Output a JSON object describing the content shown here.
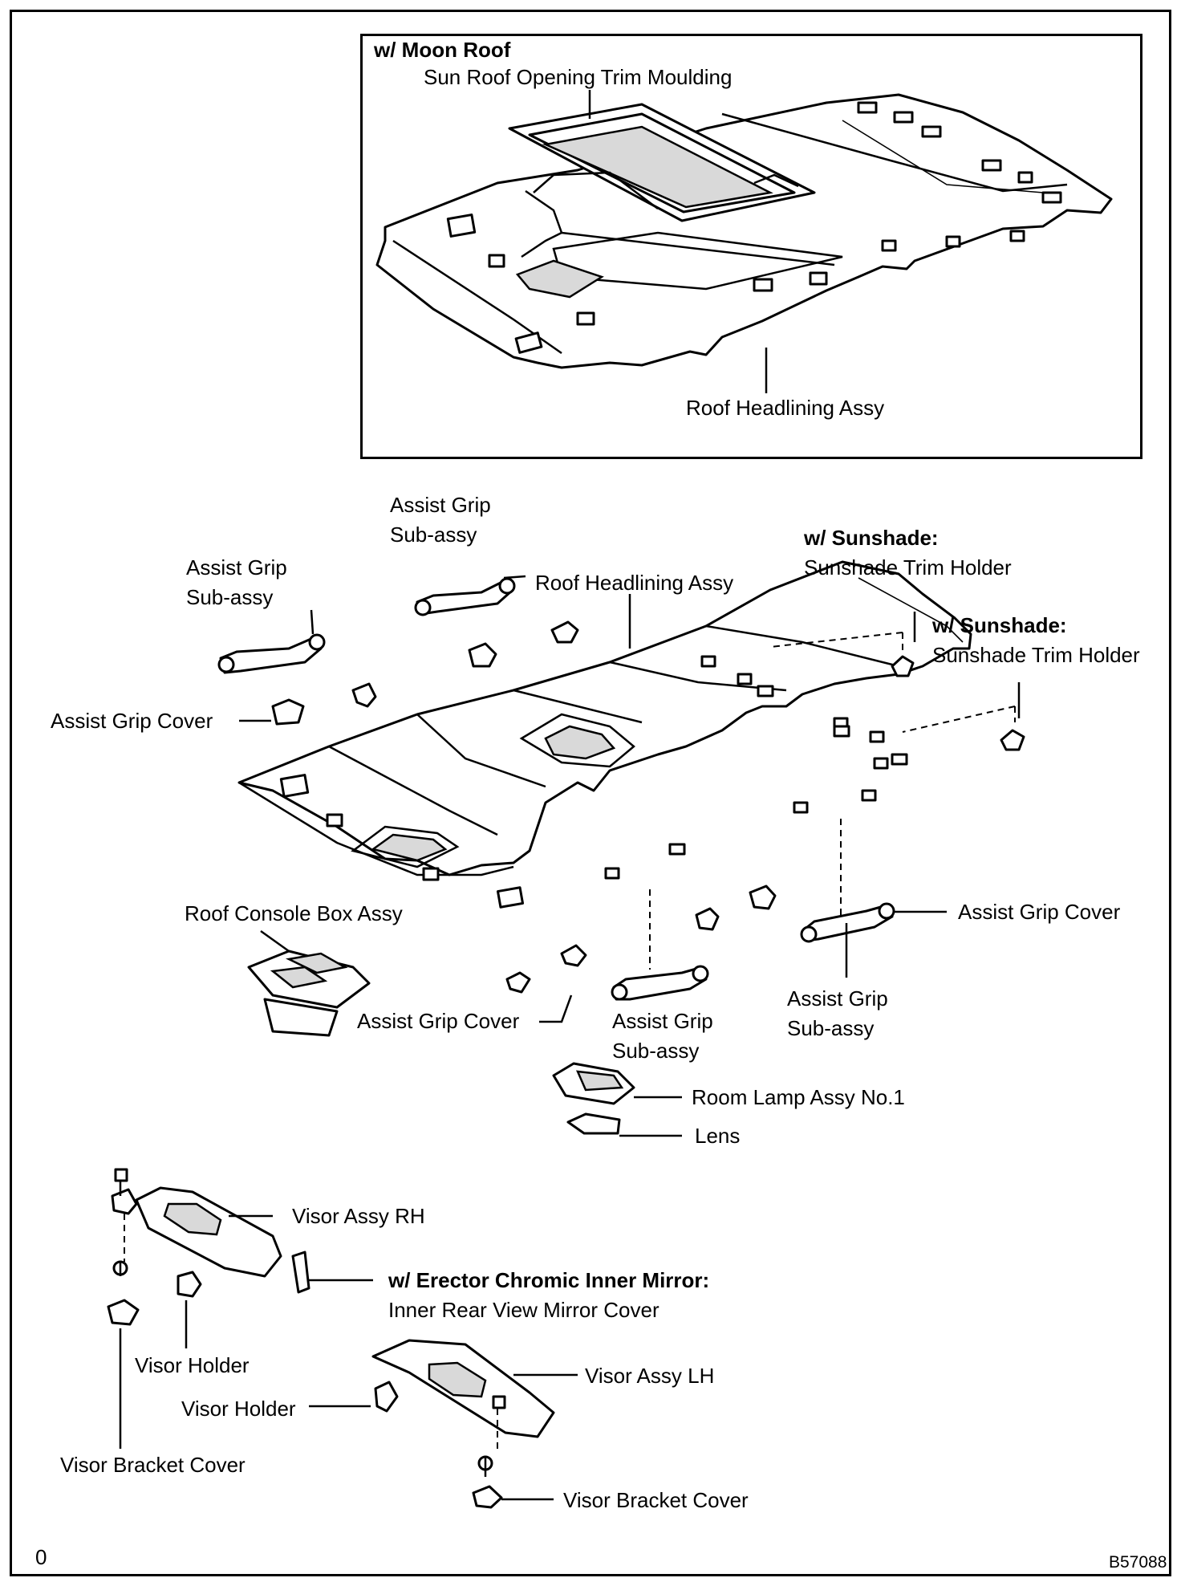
{
  "moon_roof": {
    "heading": "w/ Moon Roof",
    "sun_roof_opening_trim_moulding": "Sun Roof Opening Trim Moulding",
    "roof_headlining_assy": "Roof Headlining Assy"
  },
  "main": {
    "assist_grip_sub_assy_left_line1": "Assist Grip",
    "assist_grip_sub_assy_left_line2": "Sub-assy",
    "assist_grip_sub_assy_center_line1": "Assist Grip",
    "assist_grip_sub_assy_center_line2": "Sub-assy",
    "roof_headlining_assy": "Roof Headlining Assy",
    "sunshade_1_heading": "w/ Sunshade:",
    "sunshade_1_label": "Sunshade Trim Holder",
    "sunshade_2_heading": "w/ Sunshade:",
    "sunshade_2_label": "Sunshade Trim Holder",
    "assist_grip_cover_left": "Assist Grip Cover",
    "roof_console_box_assy": "Roof Console Box Assy",
    "assist_grip_cover_right": "Assist Grip Cover",
    "assist_grip_cover_bottom": "Assist Grip Cover",
    "assist_grip_sub_assy_bottom_line1": "Assist Grip",
    "assist_grip_sub_assy_bottom_line2": "Sub-assy",
    "assist_grip_sub_assy_right_line1": "Assist Grip",
    "assist_grip_sub_assy_right_line2": "Sub-assy",
    "room_lamp_assy_no1": "Room Lamp Assy No.1",
    "lens": "Lens"
  },
  "visor": {
    "visor_assy_rh": "Visor Assy RH",
    "erector_heading": "w/ Erector Chromic Inner Mirror:",
    "inner_rear_view_mirror_cover": "Inner Rear View Mirror Cover",
    "visor_holder_1": "Visor Holder",
    "visor_assy_lh": "Visor Assy LH",
    "visor_holder_2": "Visor Holder",
    "visor_bracket_cover_1": "Visor Bracket Cover",
    "visor_bracket_cover_2": "Visor Bracket Cover"
  },
  "footer": {
    "corner_mark": "0",
    "figure_code": "B57088"
  }
}
